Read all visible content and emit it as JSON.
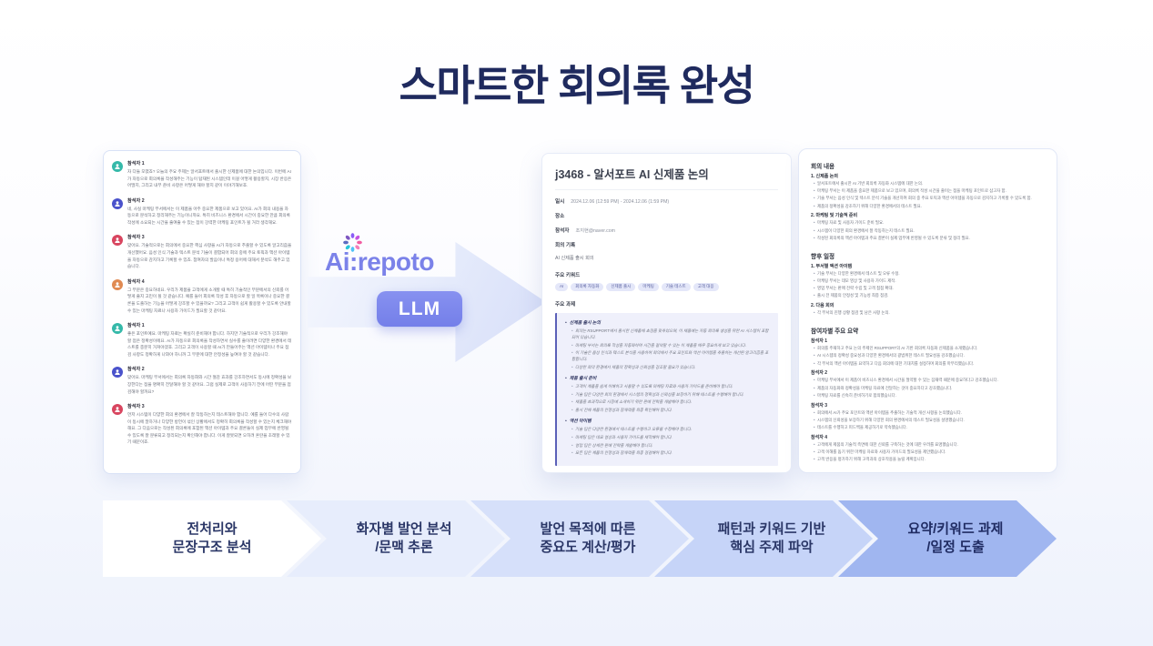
{
  "title": "스마트한 회의록 완성",
  "brand": {
    "logo": "Ai:repoto",
    "llm_label": "LLM",
    "logo_color": "#7b82e9",
    "llm_bg": "#747fe9"
  },
  "transcript": {
    "entries": [
      {
        "name": "참석자 1",
        "color": "#35b9a9",
        "text": "자 다들 모였죠? 오늘의 주요 주제는 알서포트에서 출시한 신제품에 대한 논의입니다. 이번에 AI가 자동으로 회의록을 작성해주는 기능이 탑재된 시스템인데 이걸 어떻게 활용할지, 시장 반응은 어떨지, 그리고 내부 준비 사항은 어떻게 해야 할지 같이 이야기해보죠."
      },
      {
        "name": "참석자 2",
        "color": "#4a52cb",
        "text": "네, 사실 마케팅 부서에서는 이 제품을 아주 중요한 제품으로 보고 있어요. AI가 회의 내용을 자동으로 분석하고 정리해주는 기능이니까요. 특히 비즈니스 환경에서 시간이 중요한 만큼 회의록 작성에 소요되는 시간을 줄여줄 수 있는 점이 강력한 마케팅 포인트가 될 거라 생각해요."
      },
      {
        "name": "참석자 3",
        "color": "#d8455f",
        "text": "맞아요. 기술적으로는 회의에서 중요한 핵심 사항을 AI가 자동으로 추출할 수 있도록 알고리즘을 개선했어요. 음성 인식 기술과 텍스트 분석 기술이 결합되어 회의 중에 주요 토픽과 액션 아이템을 자동으로 감지하고 기록할 수 있죠. 참여자의 발음이나 특정 용어에 대해서 분석도 해주고 있습니다."
      },
      {
        "name": "참석자 4",
        "color": "#e08a52",
        "text": "그 부분은 중요하네요. 우리가 제품을 고객에게 소개할 때 특히 기술적인 부분에서의 신뢰를 어떻게 줄지 고민이 될 것 같습니다. 예를 들어 회의록 작성 후 자동으로 할 일 목록이나 중요한 결론을 도출하는 기능을 어떻게 강조할 수 있을까요? 그리고 고객이 쉽게 활용할 수 있도록 안내할 수 있는 마케팅 자료나 사용자 가이드가 필요할 것 같아요."
      },
      {
        "name": "참석자 1",
        "color": "#35b9a9",
        "text": "좋은 포인트예요. 마케팅 자료는 확실히 준비해야 합니다. 하지만 기술적으로 우리가 강조해야 할 점은 정확성이에요. AI가 자동으로 회의록을 작성하면서 실수를 줄이려면 다양한 환경에서 테스트를 충분히 거쳐야겠죠. 그리고 고객이 사용할 때 AI가 만들어주는 액션 아이템이나 주요 점검 사항도 정확하게 나와야 하니까 그 부분에 대한 안정성을 높여야 할 것 같습니다."
      },
      {
        "name": "참석자 2",
        "color": "#4a52cb",
        "text": "맞아요. 마케팅 부서에서는 회의록 자동화와 시간 절감 효과를 강조하면서도 동시에 정확성을 보장한다는 점을 명확히 전달해야 할 것 같아요. 그럼 실제로 고객이 사용하기 전에 어떤 부분을 점검해야 할까요?"
      },
      {
        "name": "참석자 3",
        "color": "#d8455f",
        "text": "먼저 시스템이 다양한 회의 환경에서 잘 작동하는지 테스트해야 합니다. 예를 들어 다수의 사람이 동시에 말하거나 다양한 방언이 섞인 상황에서도 정확히 회의록을 작성할 수 있는지 체크해야 해요. 그 다음으로는 작성된 회의록에 포함된 액션 아이템과 주요 결론들이 실제 업무에 반영될 수 있도록 잘 분류되고 정리되는지 확인해야 합니다. 이게 잘못되면 오히려 혼란을 초래할 수 있기 때문이죠."
      }
    ]
  },
  "document": {
    "title": "j3468 - 알서포트 AI 신제품 논의",
    "fields": {
      "date_label": "일시",
      "date_value": "2024.12.06 (12:59 PM) - 2024.12.06 (1:59 PM)",
      "place_label": "장소",
      "place_value": "",
      "attendee_label": "참석자",
      "attendee_value": "조지현@naver.com",
      "record_label": "회의 기록",
      "record_value": "AI 신제품 출시 회의",
      "keywords_label": "주요 키워드",
      "tasks_label": "주요 과제"
    },
    "keywords": [
      "AI",
      "회의록 자동화",
      "신제품 출시",
      "마케팅",
      "기술 테스트",
      "고객 대응"
    ],
    "task_groups": [
      {
        "title": "신제품 출시 논의",
        "items": [
          "회의는 RSUPPORT에서 출시한 신제품에 초점을 맞추었으며, 이 제품에는 자동 회의록 생성을 위한 AI 시스템이 포함되어 있습니다.",
          "마케팅 부서는 회의록 작성을 자동화하여 시간을 절약할 수 있는 이 제품을 매우 중요하게 보고 있습니다.",
          "이 기술은 음성 인식과 텍스트 분석을 사용하여 회의에서 주요 포인트와 액션 아이템을 추출하는 개선된 알고리즘을 포함합니다.",
          "다양한 회의 환경에서 제품의 정확성과 신뢰성을 강조할 필요가 있습니다."
        ]
      },
      {
        "title": "제품 출시 준비",
        "items": [
          "고객이 제품을 쉽게 이해하고 사용할 수 있도록 마케팅 자료와 사용자 가이드를 준비해야 합니다.",
          "기술 팀은 다양한 회의 환경에서 시스템의 정확성과 신뢰성을 보장하기 위해 테스트를 수행해야 합니다.",
          "제품을 효과적으로 시장에 소개하기 위한 판매 전략을 개발해야 합니다.",
          "출시 전에 제품의 안정성과 잠재력을 최종 확인해야 합니다."
        ]
      },
      {
        "title": "액션 아이템",
        "items": [
          "기술 팀은 다양한 환경에서 테스트를 수행하고 오류를 수정해야 합니다.",
          "마케팅 팀은 데모 영상과 사용자 가이드를 제작해야 합니다.",
          "영업 팀은 상세한 판매 전략을 개발해야 합니다.",
          "모든 팀은 제품의 안정성과 잠재력을 최종 점검해야 합니다."
        ]
      }
    ]
  },
  "summary": {
    "content_title": "회의 내용",
    "content_sections": [
      {
        "title": "1. 신제품 논의",
        "items": [
          "알서포트에서 출시한 AI 기반 회의록 자동화 시스템에 대한 논의.",
          "마케팅 부서는 이 제품을 중요한 제품으로 보고 있으며, 회의록 작성 시간을 줄이는 점을 마케팅 포인트로 삼고자 함.",
          "기술 부서는 음성 인식 및 텍스트 분석 기술을 개선하여 회의 중 주요 토픽과 액션 아이템을 자동으로 감지하고 기록할 수 있도록 함.",
          "제품의 정확성을 강조하기 위해 다양한 환경에서의 테스트 필요."
        ]
      },
      {
        "title": "2. 마케팅 및 기술적 준비",
        "items": [
          "마케팅 자료 및 사용자 가이드 준비 필요.",
          "시스템이 다양한 회의 환경에서 잘 작동하는지 테스트 필요.",
          "작성된 회의록의 액션 아이템과 주요 결론이 실제 업무에 반영될 수 있도록 분류 및 정리 필요."
        ]
      }
    ],
    "schedule_title": "향후 일정",
    "schedule_sections": [
      {
        "title": "1. 부서별 액션 아이템",
        "items": [
          "기술 부서는 다양한 환경에서 테스트 및 오류 수정.",
          "마케팅 부서는 데모 영상 및 사용자 가이드 제작.",
          "영업 부서는 판매 전략 수립 및 고객 접점 확대.",
          "출시 전 제품의 안정성 및 기능성 최종 점검."
        ]
      },
      {
        "title": "2. 다음 회의",
        "items": [
          "각 부서의 진행 상황 점검 및 남은 사항 논의."
        ]
      }
    ],
    "participants_title": "참여자별 주요 요약",
    "participant_sections": [
      {
        "title": "참석자 1",
        "items": [
          "회의를 주재하고 주요 논의 주제인 RSUPPORT의 AI 기반 회의록 자동화 신제품을 소개했습니다.",
          "AI 시스템의 정확성 중요성과 다양한 환경에서의 광범위한 테스트 필요성을 강조했습니다.",
          "각 부서의 액션 아이템을 요약하고 다음 회의에 대한 기대치를 설정하며 회의를 마무리했습니다."
        ]
      },
      {
        "title": "참석자 2",
        "items": [
          "마케팅 부서에서 이 제품이 비즈니스 환경에서 시간을 절약할 수 있는 잠재력 때문에 중요하다고 강조했습니다.",
          "제품의 자동화와 정확성을 마케팅 자료에 전달하는 것이 중요하다고 강조했습니다.",
          "마케팅 자료를 신속히 준비하기로 합의했습니다."
        ]
      },
      {
        "title": "참석자 3",
        "items": [
          "회의에서 AI가 주요 포인트와 액션 아이템을 추출하는 기술적 개선 사항을 논의했습니다.",
          "시스템의 신뢰성을 보장하기 위해 다양한 회의 환경에서의 테스트 필요성을 설명했습니다.",
          "테스트를 수행하고 피드백을 제공하기로 약속했습니다."
        ]
      },
      {
        "title": "참석자 4",
        "items": [
          "고객에게 제품의 기술적 측면에 대한 신뢰를 구축하는 것에 대한 우려를 표명했습니다.",
          "고객 이해를 돕기 위한 마케팅 자료와 사용자 가이드의 필요성을 제안했습니다.",
          "고객 반응을 평가하기 위해 고객과의 상호작용을 늘릴 계획입니다."
        ]
      }
    ]
  },
  "flow": {
    "steps": [
      {
        "line1": "전처리와",
        "line2": "문장구조 분석",
        "bg": "#ffffff"
      },
      {
        "line1": "화자별 발언 분석",
        "line2": "/문맥 추론",
        "bg": "#e7edfc"
      },
      {
        "line1": "발언 목적에 따른",
        "line2": "중요도 계산/평가",
        "bg": "#d6e0fa"
      },
      {
        "line1": "패턴과 키워드 기반",
        "line2": "핵심 주제 파악",
        "bg": "#c6d4f8"
      },
      {
        "line1": "요약/키워드 과제",
        "line2": "/일정 도출",
        "bg": "#a0b6f0"
      }
    ]
  },
  "colors": {
    "title_navy": "#1f2a5e",
    "accent_purple": "#7b82e9",
    "task_border": "#5b60b8",
    "step_text": "#2b3767"
  }
}
